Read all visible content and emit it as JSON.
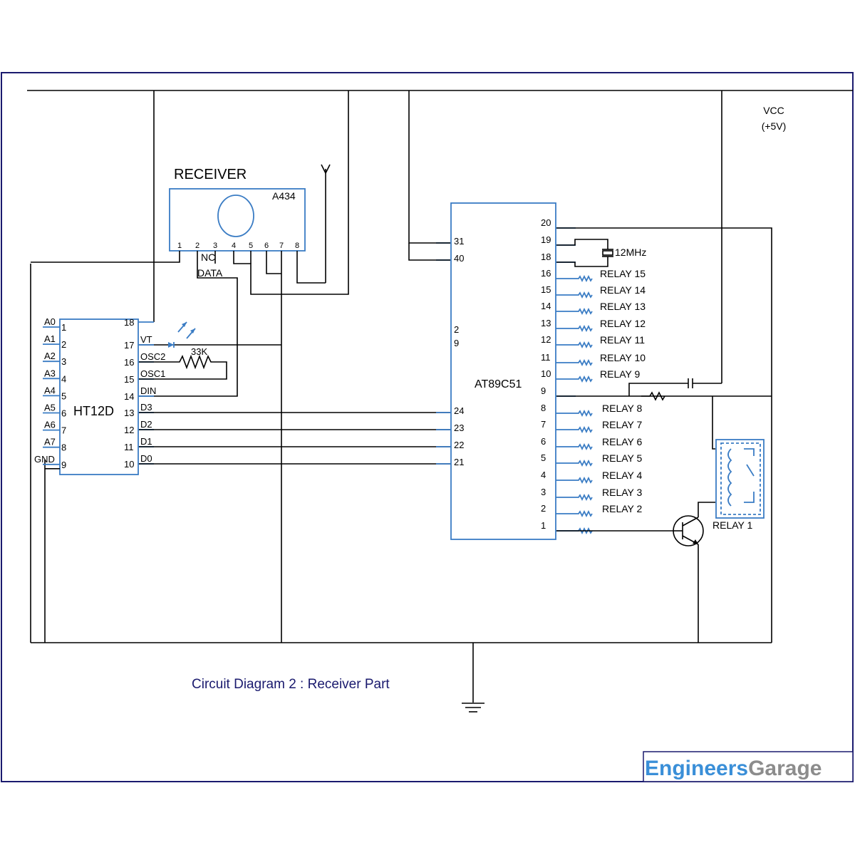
{
  "supply": {
    "label": "VCC",
    "voltage": "(+5V)"
  },
  "caption": "Circuit Diagram 2 : Receiver Part",
  "brand": {
    "part1": "Engineers",
    "part2": "Garage",
    "color1": "#3a8fd8",
    "color2": "#8c8c8c"
  },
  "receiver": {
    "title": "RECEIVER",
    "model": "A434",
    "pins": [
      "1",
      "2",
      "3",
      "4",
      "5",
      "6",
      "7",
      "8"
    ],
    "nc_label": "NC",
    "data_label": "DATA"
  },
  "decoder": {
    "name": "HT12D",
    "left_labels": [
      "A0",
      "A1",
      "A2",
      "A3",
      "A4",
      "A5",
      "A6",
      "A7",
      "GND"
    ],
    "left_pins": [
      "1",
      "2",
      "3",
      "4",
      "5",
      "6",
      "7",
      "8",
      "9"
    ],
    "right_pins": [
      "18",
      "17",
      "16",
      "15",
      "14",
      "13",
      "12",
      "11",
      "10"
    ],
    "right_labels": [
      "",
      "VT",
      "OSC2",
      "OSC1",
      "DIN",
      "D3",
      "D2",
      "D1",
      "D0"
    ]
  },
  "resistor_label": "33K",
  "mcu": {
    "name": "AT89C51",
    "left_pins": [
      "31",
      "40",
      "2",
      "9",
      "24",
      "23",
      "22",
      "21"
    ],
    "right_pins": [
      "20",
      "19",
      "18",
      "16",
      "15",
      "14",
      "13",
      "12",
      "11",
      "10",
      "9",
      "8",
      "7",
      "6",
      "5",
      "4",
      "3",
      "2",
      "1"
    ]
  },
  "crystal_label": "12MHz",
  "relays": [
    "RELAY 15",
    "RELAY 14",
    "RELAY 13",
    "RELAY 12",
    "RELAY 11",
    "RELAY 10",
    "RELAY 9",
    "RELAY 8",
    "RELAY 7",
    "RELAY 6",
    "RELAY 5",
    "RELAY 4",
    "RELAY 3",
    "RELAY 2"
  ],
  "relay1_label": "RELAY 1"
}
